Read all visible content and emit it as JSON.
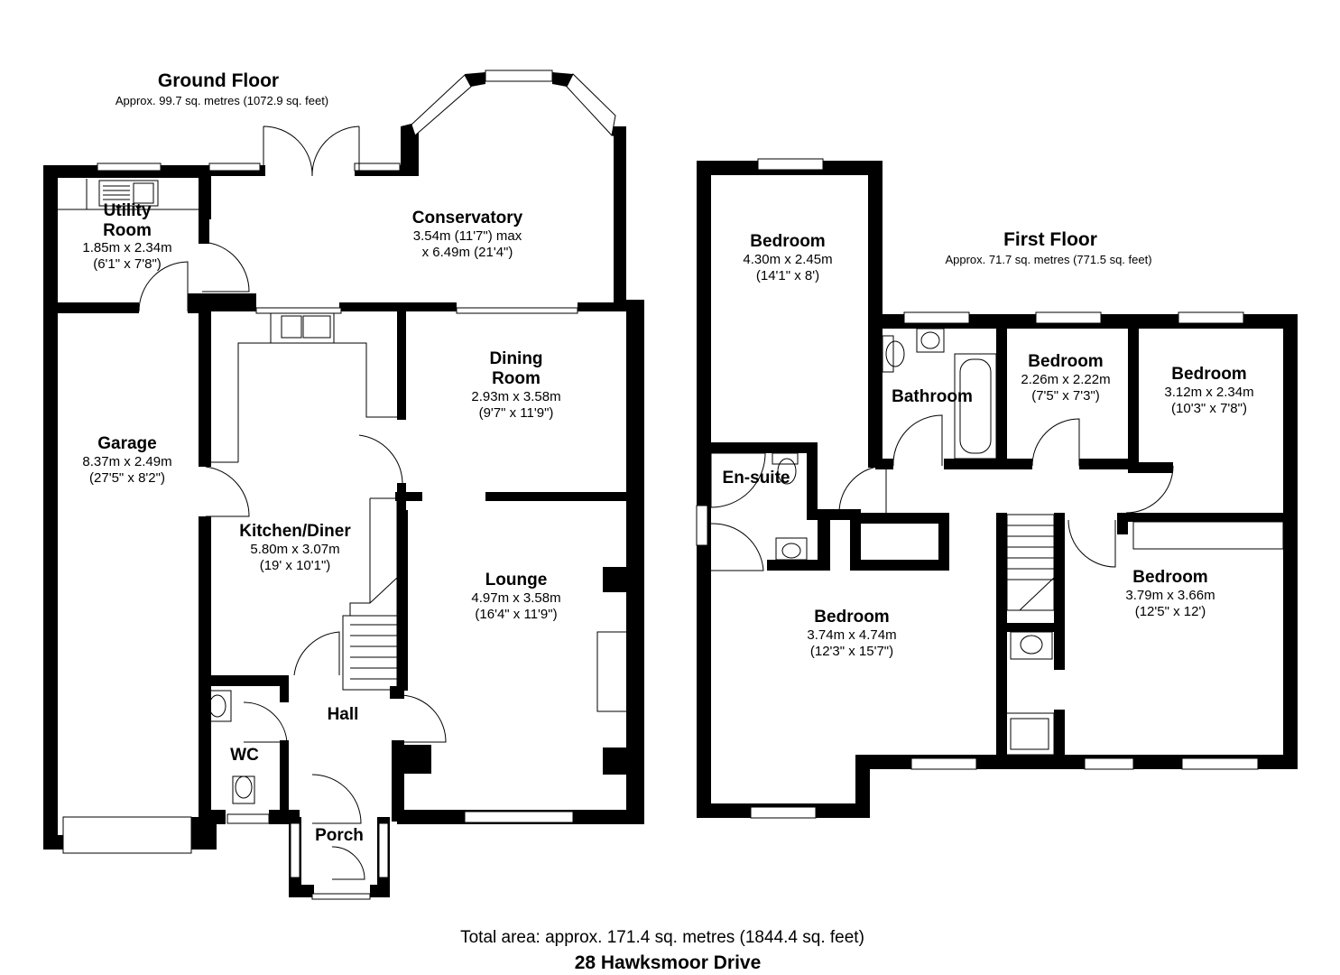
{
  "ground_floor": {
    "title": "Ground Floor",
    "area": "Approx. 99.7 sq. metres (1072.9 sq. feet)",
    "rooms": {
      "utility": {
        "name1": "Utility",
        "name2": "Room",
        "dim1": "1.85m x 2.34m",
        "dim2": "(6'1\" x 7'8\")"
      },
      "conservatory": {
        "name": "Conservatory",
        "dim1": "3.54m (11'7\") max",
        "dim2": "x 6.49m (21'4\")"
      },
      "dining": {
        "name1": "Dining",
        "name2": "Room",
        "dim1": "2.93m x 3.58m",
        "dim2": "(9'7\" x 11'9\")"
      },
      "garage": {
        "name": "Garage",
        "dim1": "8.37m x 2.49m",
        "dim2": "(27'5\" x 8'2\")"
      },
      "kitchen": {
        "name": "Kitchen/Diner",
        "dim1": "5.80m x 3.07m",
        "dim2": "(19' x 10'1\")"
      },
      "lounge": {
        "name": "Lounge",
        "dim1": "4.97m x 3.58m",
        "dim2": "(16'4\" x 11'9\")"
      },
      "hall": {
        "name": "Hall"
      },
      "wc": {
        "name": "WC"
      },
      "porch": {
        "name": "Porch"
      }
    }
  },
  "first_floor": {
    "title": "First Floor",
    "area": "Approx. 71.7 sq. metres (771.5 sq. feet)",
    "rooms": {
      "bedroom_tall": {
        "name": "Bedroom",
        "dim1": "4.30m x 2.45m",
        "dim2": "(14'1\" x 8')"
      },
      "bathroom": {
        "name": "Bathroom"
      },
      "bedroom_small": {
        "name": "Bedroom",
        "dim1": "2.26m x 2.22m",
        "dim2": "(7'5\" x 7'3\")"
      },
      "bedroom_right": {
        "name": "Bedroom",
        "dim1": "3.12m x 2.34m",
        "dim2": "(10'3\" x 7'8\")"
      },
      "ensuite": {
        "name": "En-suite"
      },
      "bedroom_master": {
        "name": "Bedroom",
        "dim1": "3.74m x 4.74m",
        "dim2": "(12'3\" x 15'7\")"
      },
      "bedroom_front": {
        "name": "Bedroom",
        "dim1": "3.79m x 3.66m",
        "dim2": "(12'5\" x 12')"
      }
    }
  },
  "footer": {
    "total_area": "Total area: approx. 171.4 sq. metres (1844.4 sq. feet)",
    "address": "28 Hawksmoor Drive"
  }
}
